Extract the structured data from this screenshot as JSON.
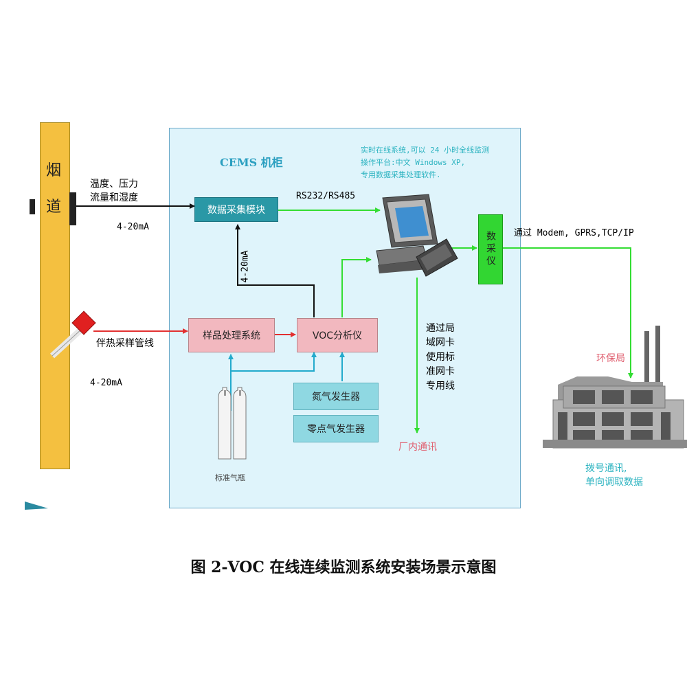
{
  "flue": {
    "char1": "烟",
    "char2": "道"
  },
  "cabinet": {
    "title": "CEMS 机柜"
  },
  "labels": {
    "temp_pressure": "温度、压力",
    "flow_humidity": "流量和湿度",
    "signal_top": "4-20mA",
    "signal_bottom": "4-20mA",
    "signal_vertical": "4-20mA",
    "heat_trace": "伴热采样管线",
    "rs": "RS232/RS485",
    "modem": "通过 Modem, GPRS,TCP/IP",
    "lan_lines": [
      "通过局",
      "域网卡",
      "使用标",
      "准网卡",
      "专用线"
    ],
    "inplant": "厂内通讯",
    "epa": "环保局",
    "dial_lines": [
      "拨号通讯,",
      "单向调取数据"
    ],
    "cylinder": "标准气瓶"
  },
  "computer_note": [
    "实时在线系统,可以 24 小时全线监测",
    "操作平台:中文 Windows XP,",
    "专用数据采集处理软件."
  ],
  "boxes": {
    "data_module": "数据采集模块",
    "sample_proc": "样品处理系统",
    "voc": "VOC分析仪",
    "n2_gen": "氮气发生器",
    "zero_gen": "零点气发生器",
    "logger": "数采仪"
  },
  "caption": "图 2-VOC 在线连续监测系统安装场景示意图",
  "colors": {
    "flue": "#f4c040",
    "cabinet": "#dff4fb",
    "data_module": "#2a98a6",
    "processing": "#f2b8bf",
    "generators": "#8fd8e2",
    "logger": "#32d632",
    "green_line": "#33dd33",
    "red_line": "#e23030",
    "cyan_line": "#22aacc"
  },
  "icons": [
    "computer-icon",
    "gas-cylinder-icon",
    "factory-icon",
    "sampling-probe-icon"
  ]
}
